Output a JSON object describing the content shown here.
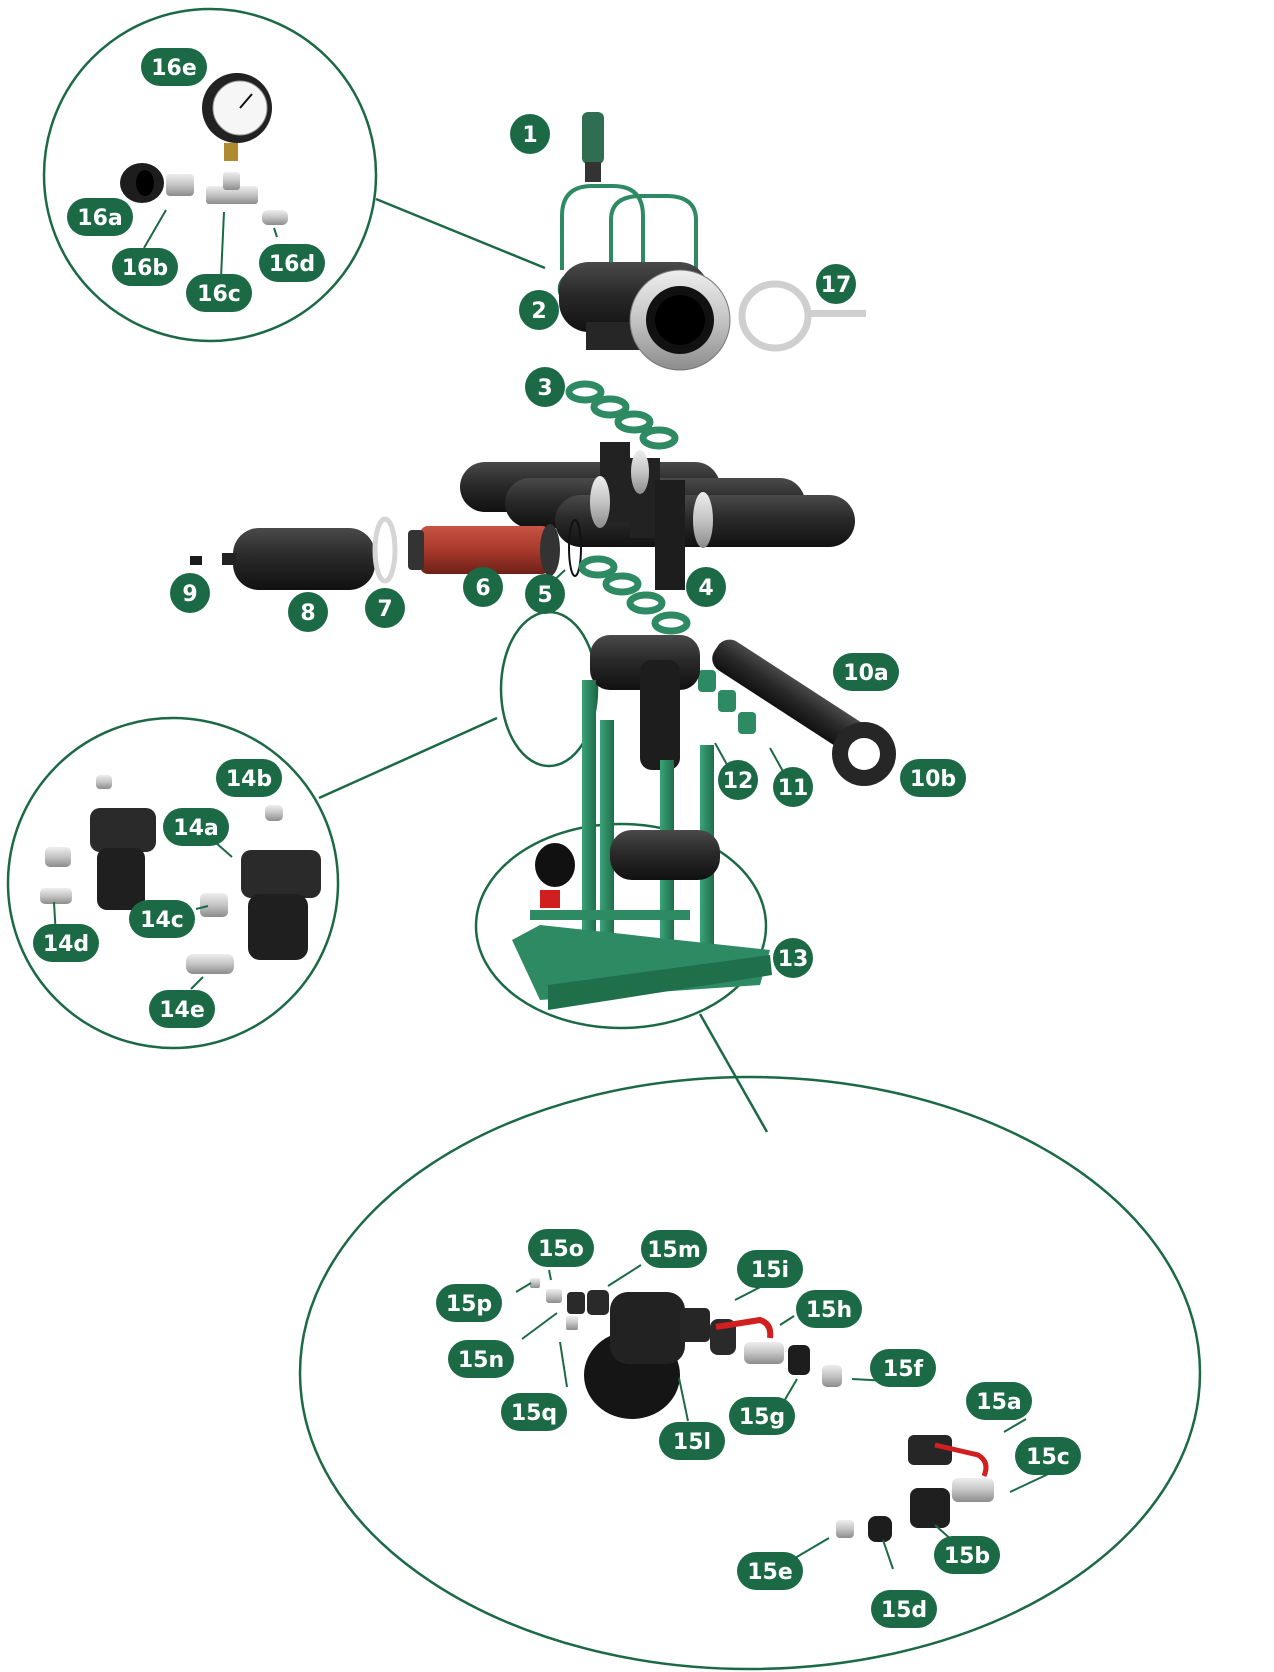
{
  "colors": {
    "brand_green": "#1b6a45",
    "frame_green": "#2d8a63",
    "dark_part": "#2a2a2a",
    "filter_red": "#a8392c",
    "valve_red": "#d11f1f",
    "metal": "#c8c8c8",
    "brass": "#b08a2e"
  },
  "labels": {
    "l1": "1",
    "l2": "2",
    "l3": "3",
    "l4": "4",
    "l5": "5",
    "l6": "6",
    "l7": "7",
    "l8": "8",
    "l9": "9",
    "l10a": "10a",
    "l10b": "10b",
    "l11": "11",
    "l12": "12",
    "l13": "13",
    "l14a": "14a",
    "l14b": "14b",
    "l14c": "14c",
    "l14d": "14d",
    "l14e": "14e",
    "l15a": "15a",
    "l15b": "15b",
    "l15c": "15c",
    "l15d": "15d",
    "l15e": "15e",
    "l15f": "15f",
    "l15g": "15g",
    "l15h": "15h",
    "l15i": "15i",
    "l15l": "15l",
    "l15m": "15m",
    "l15n": "15n",
    "l15o": "15o",
    "l15p": "15p",
    "l15q": "15q",
    "l16a": "16a",
    "l16b": "16b",
    "l16c": "16c",
    "l16d": "16d",
    "l16e": "16e",
    "l17": "17"
  }
}
